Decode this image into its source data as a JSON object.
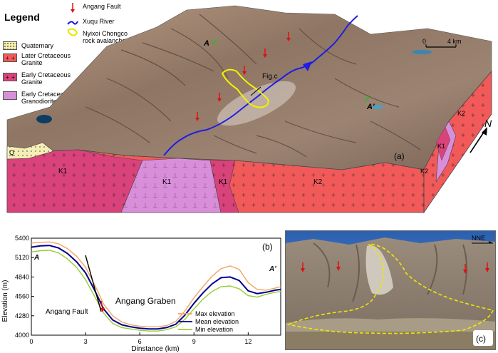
{
  "legend": {
    "title": "Legend",
    "items": [
      {
        "key": "quaternary",
        "label": "Quaternary"
      },
      {
        "key": "k2",
        "label_lines": [
          "Later Cretaceous",
          "Granite"
        ]
      },
      {
        "key": "k1",
        "label_lines": [
          "Early Cretaceous",
          "Granite"
        ]
      },
      {
        "key": "gd",
        "label_lines": [
          "Early Cretaceous",
          "Granodiorite"
        ]
      }
    ],
    "symbols": [
      {
        "key": "fault",
        "label": "Angang Fault"
      },
      {
        "key": "river",
        "label": "Xuqu River"
      },
      {
        "key": "avalanche",
        "label_lines": [
          "Nyixoi Chongco",
          "rock avalanche"
        ]
      }
    ]
  },
  "block": {
    "panel_label": "(a)",
    "profile_marks": [
      "A",
      "A'"
    ],
    "figc_label": "Fig.c",
    "north": "N",
    "scale": {
      "zero": "0",
      "end": "4 km"
    },
    "unit_labels": {
      "Q": "Q",
      "K1a": "K1",
      "K1b": "K1",
      "K1c": "K1",
      "K2a": "K2",
      "K2b": "K2",
      "K2c": "K2",
      "K1side": "K1"
    }
  },
  "chart_data": {
    "type": "line",
    "panel_label": "(b)",
    "xlabel": "Dinstance (km)",
    "ylabel": "Elevation (m)",
    "xlim": [
      0,
      13.8
    ],
    "ylim": [
      4000,
      5400
    ],
    "xticks": [
      0,
      3,
      6,
      9,
      12
    ],
    "yticks": [
      4000,
      4280,
      4560,
      4840,
      5120,
      5400
    ],
    "annotations": {
      "start": "A",
      "end": "A'",
      "fault": "Angang Fault",
      "graben": "Angang Graben"
    },
    "x": [
      0,
      0.5,
      1.0,
      1.5,
      2.0,
      2.5,
      3.0,
      3.5,
      4.0,
      4.5,
      5.0,
      5.5,
      6.0,
      6.5,
      7.0,
      7.5,
      8.0,
      8.5,
      9.0,
      9.5,
      10.0,
      10.5,
      11.0,
      11.5,
      12.0,
      12.5,
      13.0,
      13.5,
      13.8
    ],
    "series": [
      {
        "name": "Max elevation",
        "color": "#f4a460",
        "values": [
          5330,
          5340,
          5345,
          5320,
          5250,
          5140,
          4980,
          4730,
          4450,
          4280,
          4190,
          4150,
          4130,
          4120,
          4120,
          4140,
          4200,
          4350,
          4540,
          4700,
          4850,
          4960,
          5000,
          4950,
          4760,
          4660,
          4650,
          4680,
          4700
        ]
      },
      {
        "name": "Mean elevation",
        "color": "#00008b",
        "values": [
          5270,
          5290,
          5295,
          5260,
          5180,
          5060,
          4900,
          4650,
          4380,
          4220,
          4150,
          4120,
          4100,
          4090,
          4090,
          4110,
          4160,
          4290,
          4460,
          4610,
          4740,
          4830,
          4840,
          4790,
          4640,
          4600,
          4620,
          4650,
          4660
        ]
      },
      {
        "name": "Min elevation",
        "color": "#9acd32",
        "values": [
          5200,
          5220,
          5225,
          5190,
          5100,
          4980,
          4800,
          4560,
          4320,
          4170,
          4110,
          4090,
          4070,
          4060,
          4060,
          4080,
          4120,
          4230,
          4380,
          4520,
          4630,
          4700,
          4710,
          4670,
          4570,
          4550,
          4590,
          4620,
          4630
        ]
      }
    ]
  },
  "photo": {
    "panel_label": "(c)",
    "direction": "NNE"
  }
}
